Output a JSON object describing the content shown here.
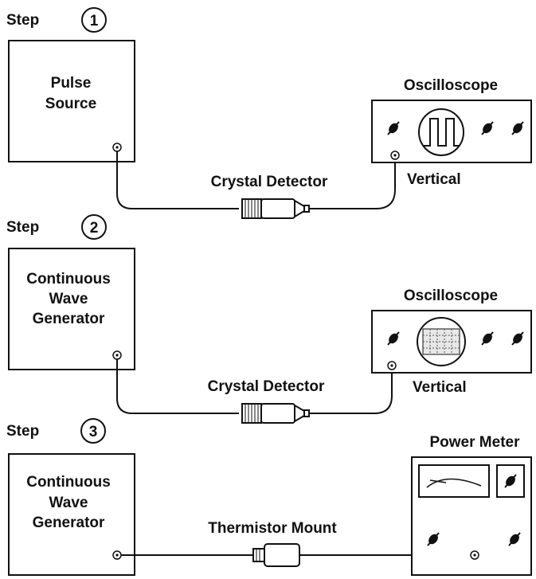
{
  "steps": [
    {
      "step_label": "Step",
      "step_number": "1",
      "source_lines": [
        "Pulse",
        "Source"
      ],
      "component_label": "Crystal Detector",
      "instrument_label": "Oscilloscope",
      "port_label": "Vertical",
      "display": "pulse-train"
    },
    {
      "step_label": "Step",
      "step_number": "2",
      "source_lines": [
        "Continuous",
        "Wave",
        "Generator"
      ],
      "component_label": "Crystal Detector",
      "instrument_label": "Oscilloscope",
      "port_label": "Vertical",
      "display": "grid-trace"
    },
    {
      "step_label": "Step",
      "step_number": "3",
      "source_lines": [
        "Continuous",
        "Wave",
        "Generator"
      ],
      "component_label": "Thermistor Mount",
      "instrument_label": "Power Meter",
      "display": "analog-meter"
    }
  ],
  "icons": {
    "connector": "jack-icon",
    "adjust": "knob-icon"
  }
}
